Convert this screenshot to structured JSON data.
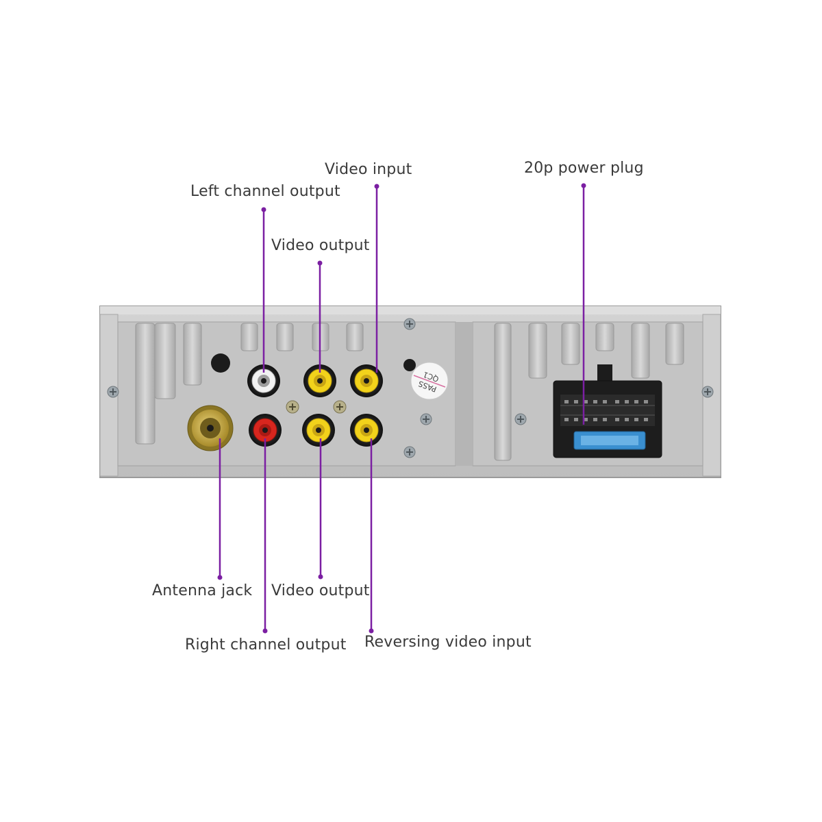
{
  "labels": {
    "video_input_top": "Video input",
    "power_plug": "20p power plug",
    "left_channel_output": "Left channel output",
    "video_output_top": "Video output",
    "antenna_jack": "Antenna jack",
    "video_output_bottom": "Video output",
    "right_channel_output": "Right channel output",
    "reversing_video_input": "Reversing video input"
  },
  "sticker": {
    "line1": "PASS",
    "line2": "QC1"
  },
  "colors": {
    "leader_line": "#7b1fa2",
    "panel": "#c8c8c8",
    "rca_yellow": "#f2d21b",
    "rca_red": "#d7261e",
    "rca_white": "#f2f2f2",
    "antenna_gold": "#bfa53a",
    "fuse_blue": "#3a8fd0"
  }
}
